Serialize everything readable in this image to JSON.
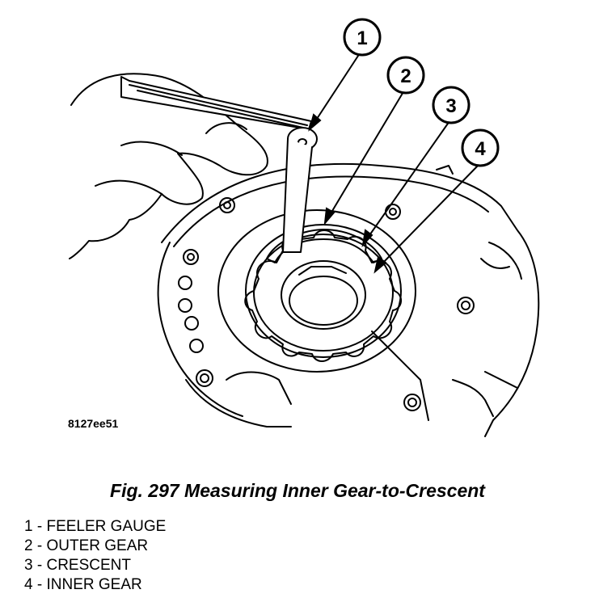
{
  "figure": {
    "code": "8127ee51",
    "caption": "Fig. 297 Measuring Inner Gear-to-Crescent",
    "callouts": [
      "1",
      "2",
      "3",
      "4"
    ],
    "legend": [
      {
        "num": "1",
        "sep": " - ",
        "label": "FEELER GAUGE"
      },
      {
        "num": "2",
        "sep": " - ",
        "label": "OUTER GEAR"
      },
      {
        "num": "3",
        "sep": " - ",
        "label": "CRESCENT"
      },
      {
        "num": "4",
        "sep": " - ",
        "label": "INNER GEAR"
      }
    ]
  }
}
